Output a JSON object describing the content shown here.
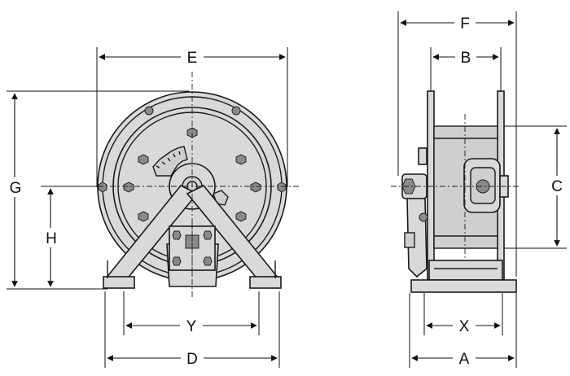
{
  "drawing": {
    "colors": {
      "line": "#1a1a1a",
      "part_fill": "#d9d9d9",
      "background": "#ffffff"
    },
    "front_view": {
      "dim_labels": {
        "E": "E",
        "G": "G",
        "H": "H",
        "Y": "Y",
        "D": "D"
      }
    },
    "side_view": {
      "dim_labels": {
        "F": "F",
        "B": "B",
        "C": "C",
        "X": "X",
        "A": "A"
      }
    }
  }
}
